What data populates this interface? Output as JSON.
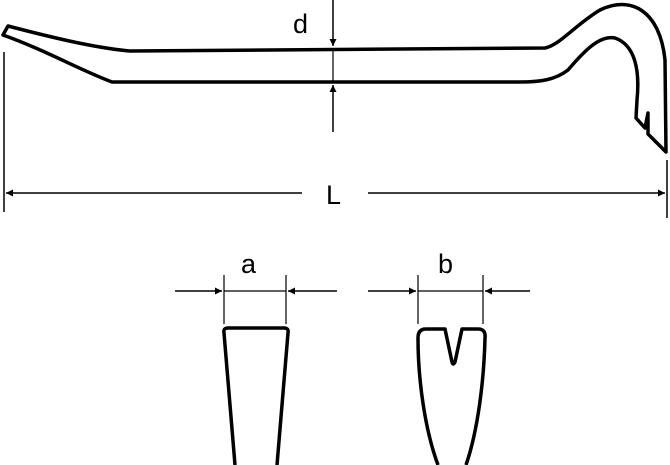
{
  "diagram": {
    "labels": {
      "thickness": "d",
      "length": "L",
      "flat_tip_width": "a",
      "claw_width": "b"
    },
    "colors": {
      "line": "#000000",
      "background": "#ffffff"
    }
  }
}
